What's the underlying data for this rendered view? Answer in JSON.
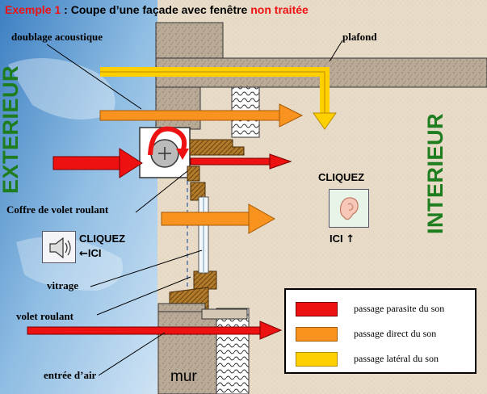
{
  "header": {
    "example_label": "Exemple 1",
    "separator": " : Coupe d’une façade avec fenêtre ",
    "highlight": "non traitée"
  },
  "labels": {
    "doublage": "doublage acoustique",
    "plafond": "plafond",
    "coffre": "Coffre de volet roulant",
    "vitrage": "vitrage",
    "volet": "volet roulant",
    "entree": "entrée d’air",
    "mur": "mur",
    "exterieur": "EXTERIEUR",
    "interieur": "INTERIEUR"
  },
  "click_right": {
    "text": "CLIQUEZ",
    "sub": "ICI"
  },
  "click_left": {
    "text": "CLIQUEZ",
    "sub": "ICI"
  },
  "icons": {
    "ear": "ear-icon",
    "speaker": "speaker-icon",
    "arrow_up": "arrow-up-icon",
    "arrow_left": "arrow-left-icon"
  },
  "legend": [
    {
      "label": "passage parasite du son",
      "color": "#ee1111"
    },
    {
      "label": "passage direct du son",
      "color": "#f7931e"
    },
    {
      "label": "passage latéral du son",
      "color": "#ffd000"
    }
  ],
  "colors": {
    "parasite": "#ee1111",
    "direct": "#f7931e",
    "lateral": "#ffd000",
    "exterior_text": "#1e7d1e"
  }
}
